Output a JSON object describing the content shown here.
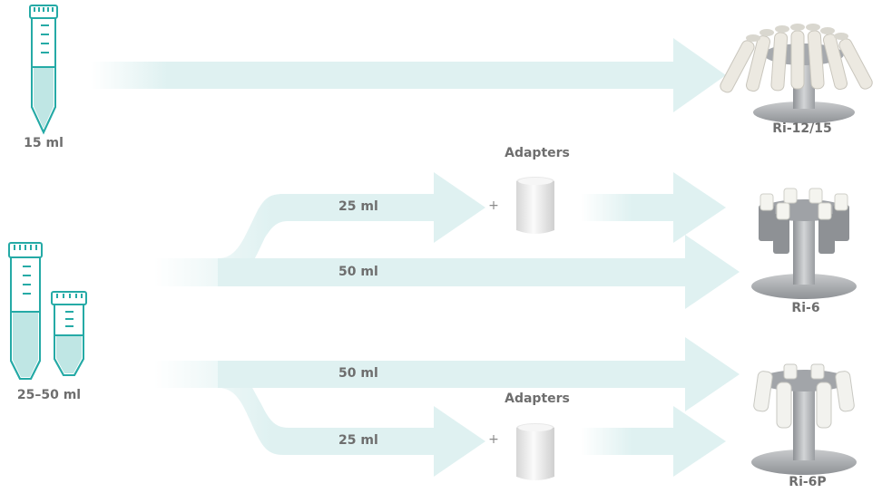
{
  "colors": {
    "arrow": "#dff1f1",
    "tube_stroke": "#25aaa6",
    "tube_liquid": "#bfe6e4",
    "label": "#6e6e6e",
    "rotor_metal": "#b9bcbf",
    "tube_white": "#f0f0ea"
  },
  "tubes": {
    "small_label": "15 ml",
    "large_label": "25–50 ml"
  },
  "branches": {
    "top_25": "25 ml",
    "top_50": "50 ml",
    "bottom_50": "50 ml",
    "bottom_25": "25 ml"
  },
  "adapters": {
    "label_top": "Adapters",
    "label_bottom": "Adapters",
    "plus_symbol": "+"
  },
  "rotors": {
    "ri_12_15": "Ri-12/15",
    "ri_6": "Ri-6",
    "ri_6p": "Ri-6P"
  }
}
